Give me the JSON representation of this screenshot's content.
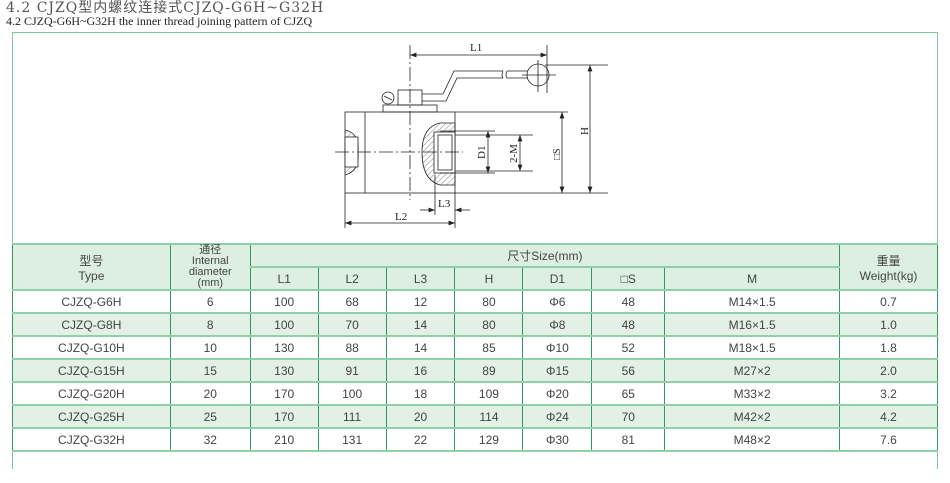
{
  "title_cn": "4.2 CJZQ型内螺纹连接式CJZQ-G6H~G32H",
  "title_en": "4.2 CJZQ-G6H~G32H   the inner thread joining  pattern of CJZQ",
  "diagram": {
    "labels": {
      "L1": "L1",
      "L2": "L2",
      "L3": "L3",
      "H": "H",
      "D1": "D1",
      "M": "2-M",
      "S": "□S"
    }
  },
  "table": {
    "headers": {
      "type_cn": "型号",
      "type_en": "Type",
      "dia_cn": "通径",
      "dia_en1": "Internal",
      "dia_en2": "diameter",
      "dia_en3": "(mm)",
      "size": "尺寸Size(mm)",
      "weight_cn": "重量",
      "weight_en": "Weight(kg)",
      "cols": [
        "L1",
        "L2",
        "L3",
        "H",
        "D1",
        "□S",
        "M"
      ]
    },
    "rows": [
      [
        "CJZQ-G6H",
        "6",
        "100",
        "68",
        "12",
        "80",
        "Φ6",
        "48",
        "M14×1.5",
        "0.7"
      ],
      [
        "CJZQ-G8H",
        "8",
        "100",
        "70",
        "14",
        "80",
        "Φ8",
        "48",
        "M16×1.5",
        "1.0"
      ],
      [
        "CJZQ-G10H",
        "10",
        "130",
        "88",
        "14",
        "85",
        "Φ10",
        "52",
        "M18×1.5",
        "1.8"
      ],
      [
        "CJZQ-G15H",
        "15",
        "130",
        "91",
        "16",
        "89",
        "Φ15",
        "56",
        "M27×2",
        "2.0"
      ],
      [
        "CJZQ-G20H",
        "20",
        "170",
        "100",
        "18",
        "109",
        "Φ20",
        "65",
        "M33×2",
        "3.2"
      ],
      [
        "CJZQ-G25H",
        "25",
        "170",
        "111",
        "20",
        "114",
        "Φ24",
        "70",
        "M42×2",
        "4.2"
      ],
      [
        "CJZQ-G32H",
        "32",
        "210",
        "131",
        "22",
        "129",
        "Φ30",
        "81",
        "M48×2",
        "7.6"
      ]
    ]
  },
  "colors": {
    "border": "#2e9a5e",
    "row_alt": "#e2f0e6"
  }
}
